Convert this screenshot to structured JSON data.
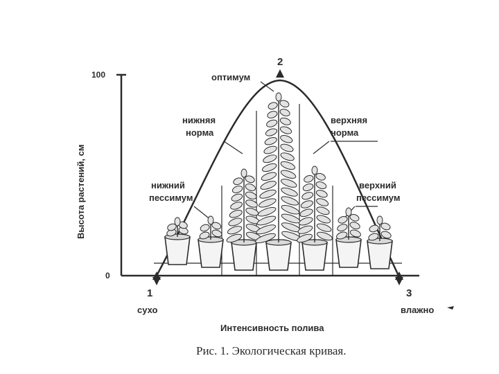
{
  "diagram": {
    "y_axis_label": "Высота растений, см",
    "y_tick_top": "100",
    "y_tick_bottom": "0",
    "x_axis_label": "Интенсивность полива",
    "points": {
      "p1": "1",
      "p2": "2",
      "p3": "3"
    },
    "dry_label": "сухо",
    "wet_label": "влажно",
    "labels": {
      "optimum": "оптимум",
      "lower_norm_line1": "нижняя",
      "lower_norm_line2": "норма",
      "upper_norm_line1": "верхняя",
      "upper_norm_line2": "норма",
      "lower_pessimum_line1": "нижний",
      "lower_pessimum_line2": "пессимум",
      "upper_pessimum_line1": "верхний",
      "upper_pessimum_line2": "пессимум"
    },
    "caption": "Рис. 1. Экологическая кривая.",
    "plant_pot_count": 7
  }
}
